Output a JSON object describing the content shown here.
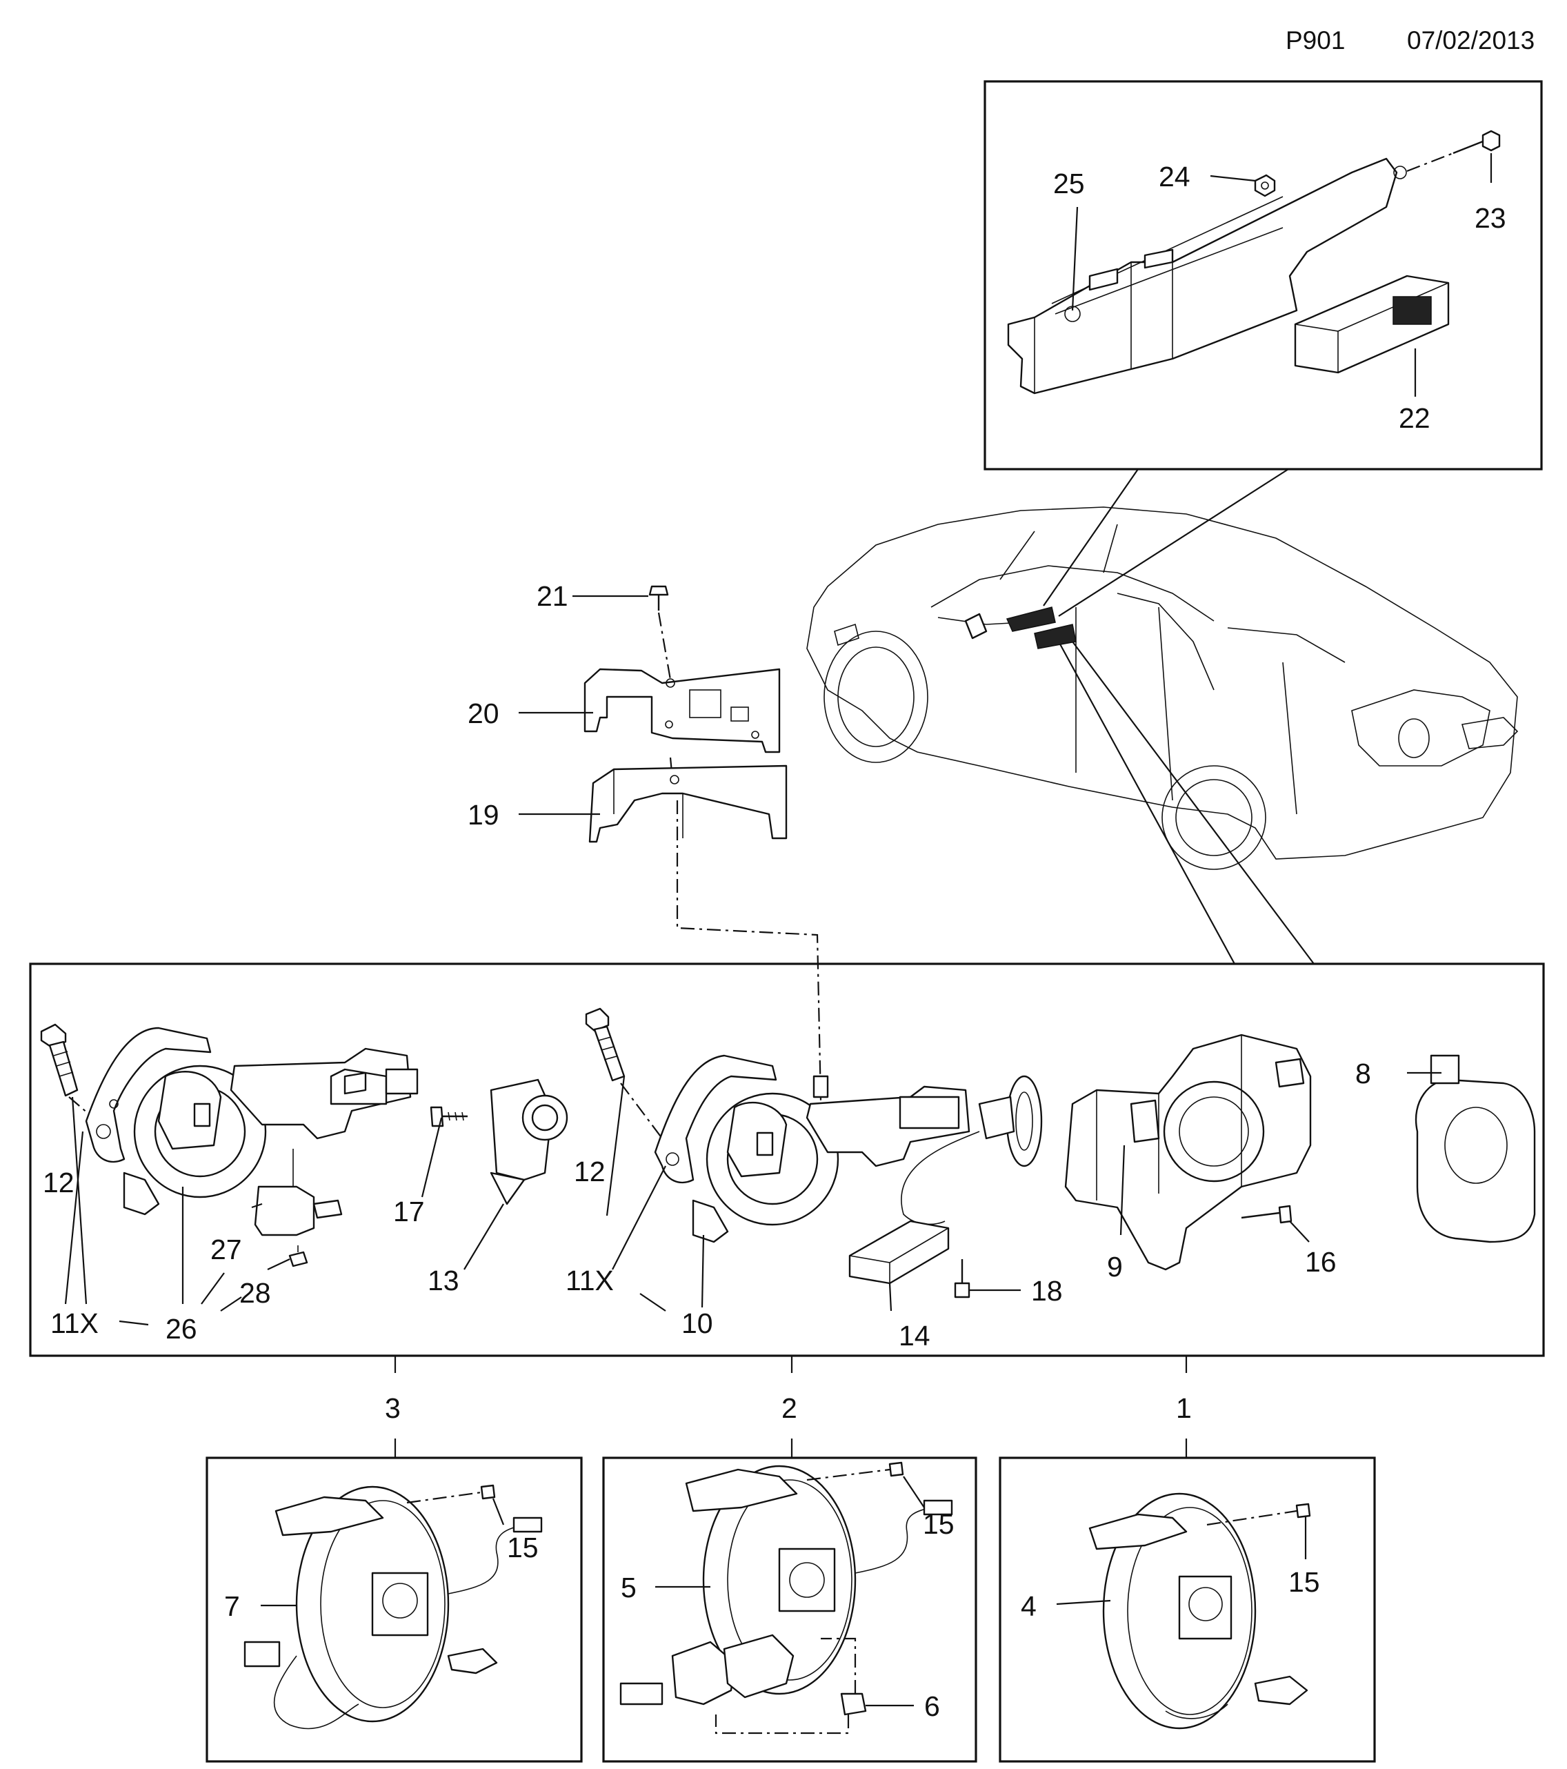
{
  "header": {
    "page_code": "P901",
    "date": "07/02/2013"
  },
  "labels": {
    "l1": "1",
    "l2": "2",
    "l3": "3",
    "l4": "4",
    "l5": "5",
    "l6": "6",
    "l7": "7",
    "l8": "8",
    "l9": "9",
    "l10": "10",
    "l11x_a": "11X",
    "l11x_b": "11X",
    "l12_a": "12",
    "l12_b": "12",
    "l13": "13",
    "l14": "14",
    "l15_a": "15",
    "l15_b": "15",
    "l15_c": "15",
    "l16": "16",
    "l17": "17",
    "l18": "18",
    "l19": "19",
    "l20": "20",
    "l21": "21",
    "l22": "22",
    "l23": "23",
    "l24": "24",
    "l25": "25",
    "l26": "26",
    "l27": "27",
    "l28": "28"
  }
}
